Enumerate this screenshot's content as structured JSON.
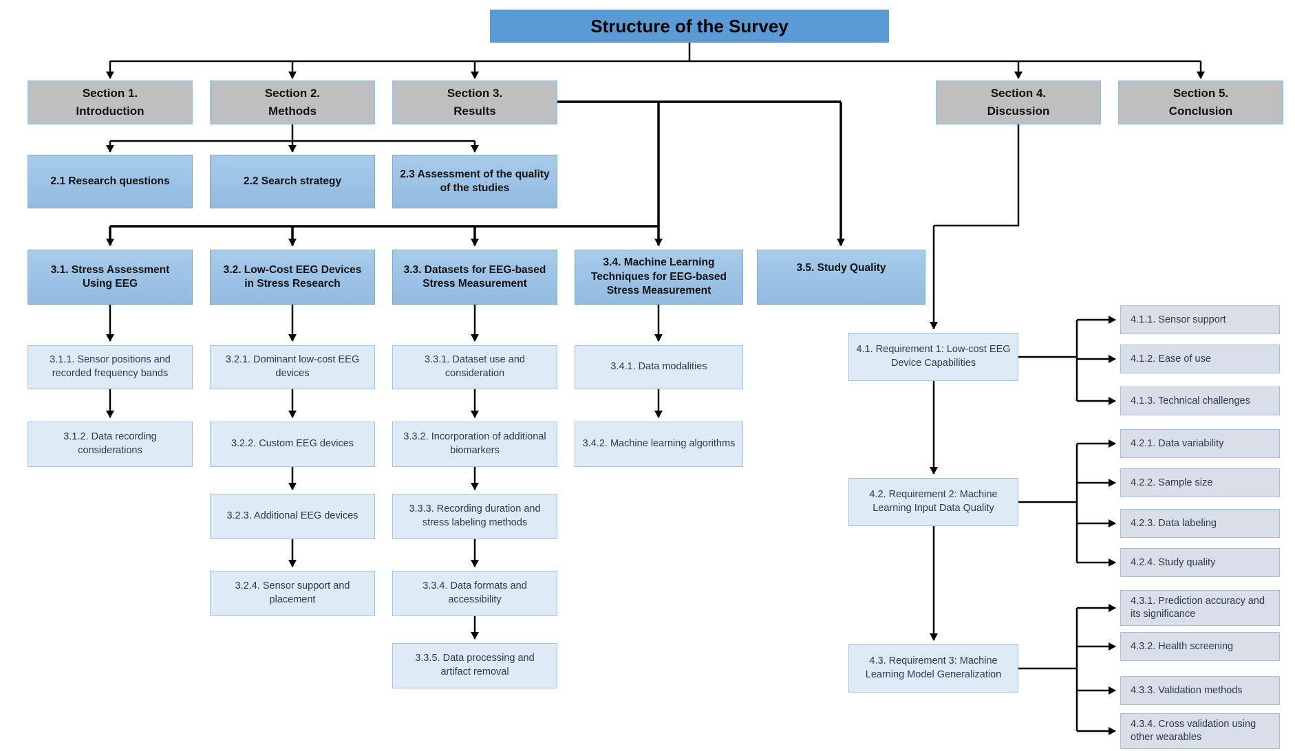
{
  "title": "Structure of the Survey",
  "sections": {
    "s1": "Section 1.\nIntroduction",
    "s2": "Section 2.\nMethods",
    "s3": "Section 3.\nResults",
    "s4": "Section 4.\nDiscussion",
    "s5": "Section 5.\nConclusion"
  },
  "methods": {
    "m1": "2.1 Research questions",
    "m2": "2.2 Search strategy",
    "m3": "2.3 Assessment of the quality of the studies"
  },
  "results": {
    "r1": "3.1. Stress Assessment Using EEG",
    "r11": "3.1.1. Sensor positions and recorded frequency bands",
    "r12": "3.1.2. Data recording considerations",
    "r2": "3.2. Low-Cost EEG Devices in Stress Research",
    "r21": "3.2.1. Dominant low-cost EEG devices",
    "r22": "3.2.2. Custom EEG devices",
    "r23": "3.2.3. Additional EEG devices",
    "r24": "3.2.4. Sensor support and placement",
    "r3": "3.3. Datasets for EEG-based Stress Measurement",
    "r31": "3.3.1. Dataset use and consideration",
    "r32": "3.3.2. Incorporation of additional biomarkers",
    "r33": "3.3.3. Recording duration and stress labeling methods",
    "r34": "3.3.4. Data formats and accessibility",
    "r35": "3.3.5. Data processing and artifact removal",
    "r4": "3.4. Machine Learning Techniques for EEG-based Stress Measurement",
    "r41": "3.4.1. Data modalities",
    "r42": "3.4.2. Machine learning algorithms",
    "r5": "3.5. Study Quality"
  },
  "discussion": {
    "d1": "4.1. Requirement 1: Low-cost EEG Device Capabilities",
    "d11": "4.1.1. Sensor support",
    "d12": "4.1.2. Ease of use",
    "d13": "4.1.3. Technical challenges",
    "d2": "4.2. Requirement 2: Machine Learning Input Data Quality",
    "d21": "4.2.1. Data variability",
    "d22": "4.2.2. Sample size",
    "d23": "4.2.3. Data labeling",
    "d24": "4.2.4. Study quality",
    "d3": "4.3. Requirement 3: Machine Learning Model Generalization",
    "d31": "4.3.1. Prediction accuracy and its significance",
    "d32": "4.3.2. Health screening",
    "d33": "4.3.3. Validation methods",
    "d34": "4.3.4. Cross validation using other wearables"
  },
  "colors": {
    "title_bg": "#5B9BD5",
    "section_bg": "#BFBFBF",
    "branch_bg": "#9DC3E6",
    "leaf_blue_bg": "#DEEAF6",
    "leaf_gray_bg": "#D9DEE9",
    "border_blue": "#9CC3E5",
    "connector": "#000000"
  }
}
